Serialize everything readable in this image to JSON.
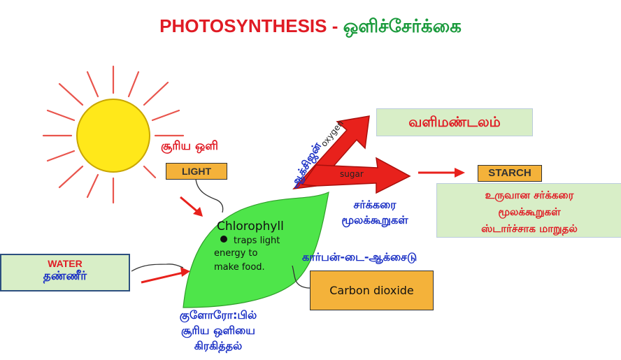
{
  "title": {
    "english": "PHOTOSYNTHESIS - ",
    "tamil": "ஒளிச்சேர்க்கை"
  },
  "sun": {
    "tamil_label": "சூரிய ஒளி",
    "box_label": "LIGHT"
  },
  "atmosphere": {
    "label": "வளிமண்டலம்"
  },
  "oxygen": {
    "arrow_label": "oxygen",
    "tamil_label": "ஆக்சிஜன்"
  },
  "sugar": {
    "arrow_label": "sugar",
    "tamil_line1": "சர்க்கரை",
    "tamil_line2": "மூலக்கூறுகள்"
  },
  "starch": {
    "box_label": "STARCH",
    "tamil_line1": "உருவான சர்க்கரை",
    "tamil_line2": "மூலக்கூறுகள்",
    "tamil_line3": "ஸ்டார்ச்சாக மாறுதல்"
  },
  "leaf": {
    "title": "Chlorophyll",
    "line1": "traps light",
    "line2": "energy to",
    "line3": "make food."
  },
  "water": {
    "english": "WATER",
    "tamil": "தண்ணீர்"
  },
  "carbon_dioxide": {
    "tamil_label": "கார்பன்-டை-ஆக்சைடு",
    "box_label": "Carbon dioxide"
  },
  "chlorophyll_caption": {
    "line1": "குளோரோ:பில்",
    "line2": "சூரிய ஒளியை",
    "line3": "கிரகித்தல்"
  },
  "colors": {
    "title_red": "#e01b24",
    "title_green": "#1a9a3c",
    "tamil_blue": "#1a2fc4",
    "leaf_green": "#4ee54a",
    "sun_yellow": "#ffe81a",
    "arrow_red": "#e8211c",
    "box_orange": "#f4b23a",
    "pale_green": "#d8eec7"
  }
}
